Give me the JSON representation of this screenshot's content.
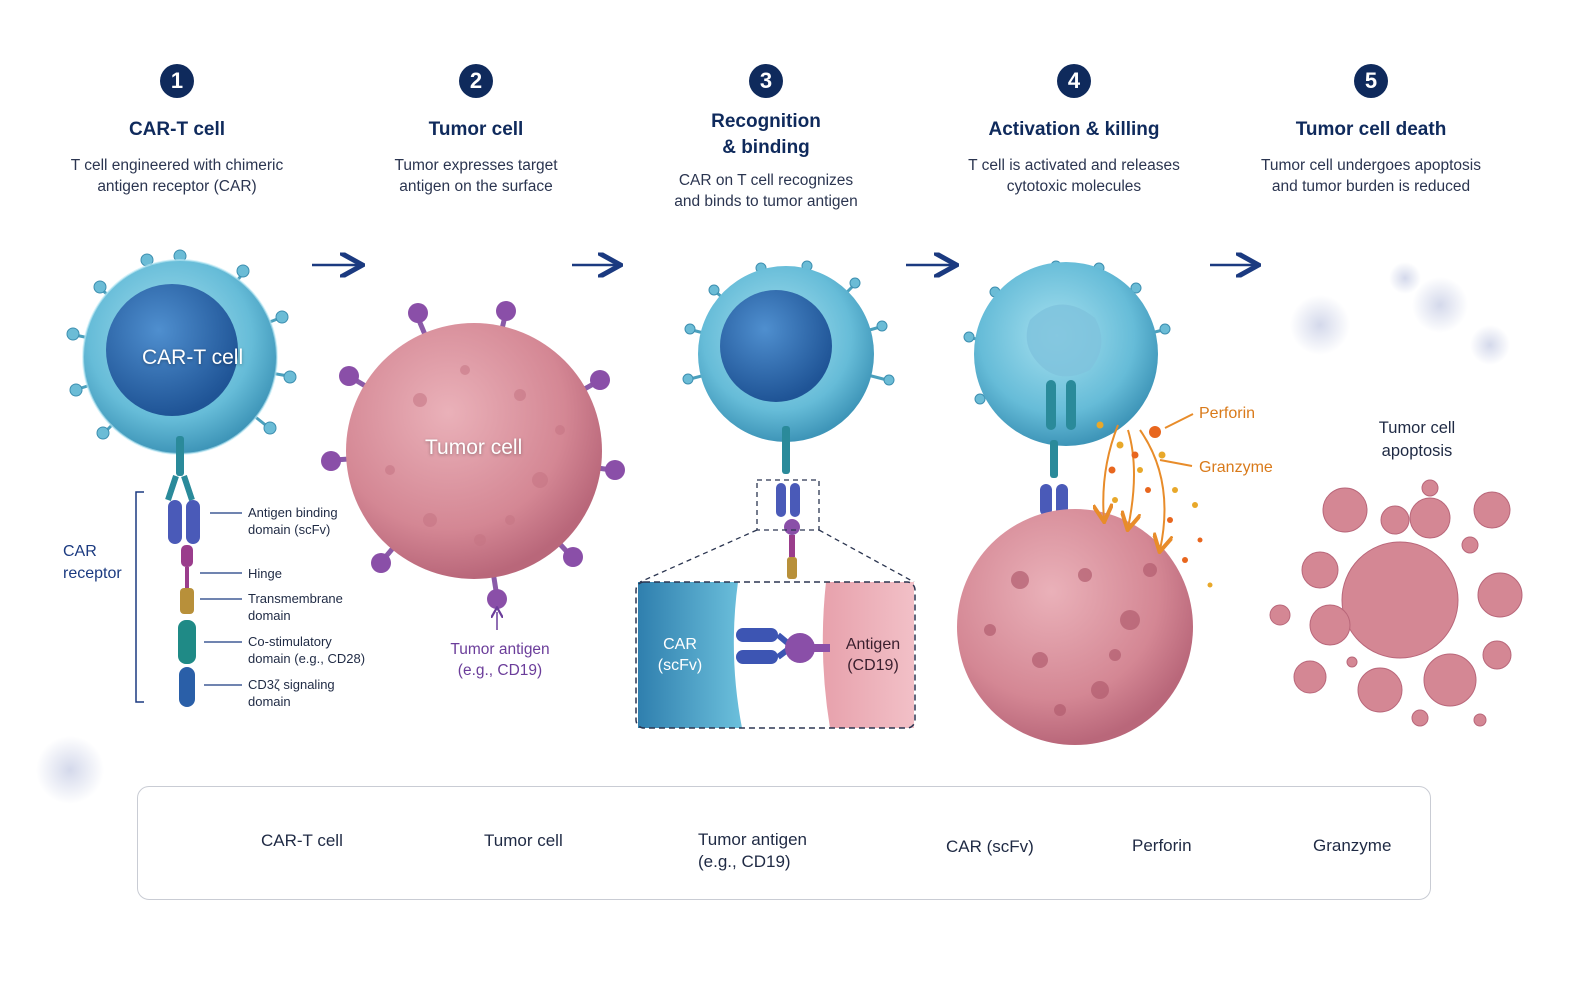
{
  "steps": [
    {
      "number": "1",
      "title": "CAR-T cell",
      "description": "T cell engineered with chimeric antigen receptor (CAR)"
    },
    {
      "number": "2",
      "title": "Tumor cell",
      "description": "Tumor expresses target antigen on the surface"
    },
    {
      "number": "3",
      "title": "Recognition & binding",
      "description": "CAR on T cell recognizes and binds to tumor antigen"
    },
    {
      "number": "4",
      "title": "Activation & killing",
      "description": "T cell is activated and releases cytotoxic molecules"
    },
    {
      "number": "5",
      "title": "Tumor cell death",
      "description": "Tumor cell undergoes apoptosis and tumor burden is reduced"
    }
  ],
  "panel1": {
    "cell_label": "CAR-T cell",
    "receptor_label": "CAR receptor",
    "domains": [
      "Antigen binding domain (scFv)",
      "Hinge",
      "Transmembrane domain",
      "Co-stimulatory domain (e.g., CD28)",
      "CD3ζ signaling domain"
    ]
  },
  "panel2": {
    "cell_label": "Tumor cell",
    "antigen_label": "Tumor antigen (e.g., CD19)"
  },
  "panel3": {
    "car_label": "CAR (scFv)",
    "antigen_label": "Antigen (CD19)"
  },
  "panel4": {
    "perforin_label": "Perforin",
    "granzyme_label": "Granzyme"
  },
  "panel5": {
    "label": "Tumor cell apoptosis"
  },
  "legend": {
    "items": [
      {
        "label": "CAR-T cell",
        "icon": "car-t-cell-icon"
      },
      {
        "label": "Tumor cell",
        "icon": "tumor-cell-icon"
      },
      {
        "label": "Tumor antigen (e.g., CD19)",
        "icon": "antigen-icon"
      },
      {
        "label": "CAR (scFv)",
        "icon": "car-scfv-icon"
      },
      {
        "label": "Perforin",
        "icon": "perforin-icon"
      },
      {
        "label": "Granzyme",
        "icon": "granzyme-icon"
      }
    ]
  },
  "colors": {
    "navy": "#0f2a5c",
    "t_cell_blue": "#4ba8c9",
    "tumor_pink": "#d98c98",
    "antigen_purple": "#7a4aa3",
    "perforin_orange": "#e8661e",
    "granzyme_gold": "#e8a82a"
  }
}
